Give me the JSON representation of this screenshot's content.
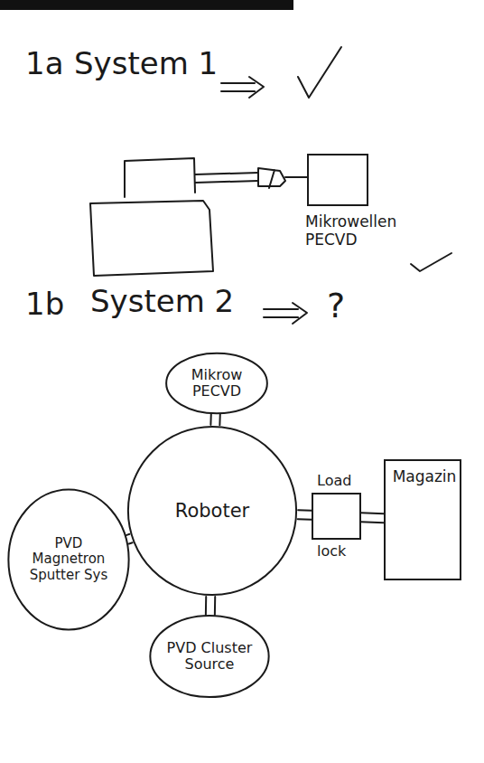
{
  "diagram": {
    "nodes": [
      {
        "text": [
          "Mikrowellen PECVD"
        ]
      },
      {
        "text": [
          "Mikrow PECVD"
        ]
      },
      {
        "text": [
          "Roboter"
        ]
      },
      {
        "text": [
          "PVD Magnetron Sputter Sys"
        ]
      },
      {
        "text": [
          "PVD Cluster Source"
        ]
      },
      {
        "text": [
          "Load",
          "lock"
        ]
      },
      {
        "text": [
          "Magazin"
        ]
      }
    ],
    "edges": [
      {
        "from": 2,
        "to": 1,
        "arrow": "none"
      },
      {
        "from": 2,
        "to": 3,
        "arrow": "none"
      },
      {
        "from": 2,
        "to": 4,
        "arrow": "none"
      },
      {
        "from": 2,
        "to": 5,
        "arrow": "none"
      },
      {
        "from": 5,
        "to": 6,
        "arrow": "none"
      }
    ],
    "labels": [
      "1a",
      "System 1",
      "1b",
      "System 2",
      "?"
    ]
  }
}
